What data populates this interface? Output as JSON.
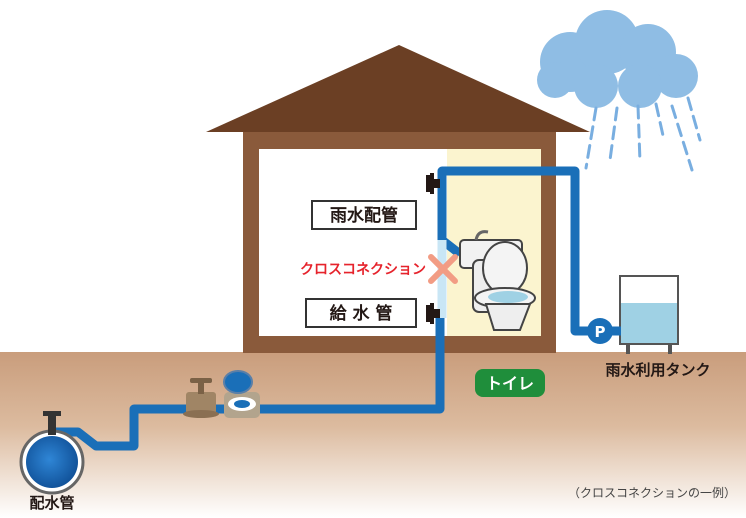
{
  "labels": {
    "rainwater_pipe": "雨水配管",
    "cross_connection": "クロスコネクション",
    "water_supply_pipe": "給 水 管",
    "toilet": "トイレ",
    "rainwater_tank": "雨水利用タンク",
    "distribution_main": "配水管",
    "pump_symbol": "P",
    "caption": "（クロスコネクションの一例）"
  },
  "icons": {
    "cloud": "rain-cloud",
    "cross": "x-mark",
    "valve": "faucet-valve",
    "meter": "water-meter",
    "pump": "pump-p"
  },
  "colors": {
    "pipe": "#1a6fb8",
    "pipe_light": "#c9e6f5",
    "ground": "#d1ab8c",
    "house_wall": "#8a5a3b",
    "roof": "#6b3f24",
    "interior": "#ffffff",
    "toilet_room": "#fbf4cf",
    "cloud": "#8fbde4",
    "rain": "#79aee0",
    "cross": "#f29c84",
    "toilet_badge": "#1f8e3b",
    "tank_water": "#9fd1e4"
  }
}
